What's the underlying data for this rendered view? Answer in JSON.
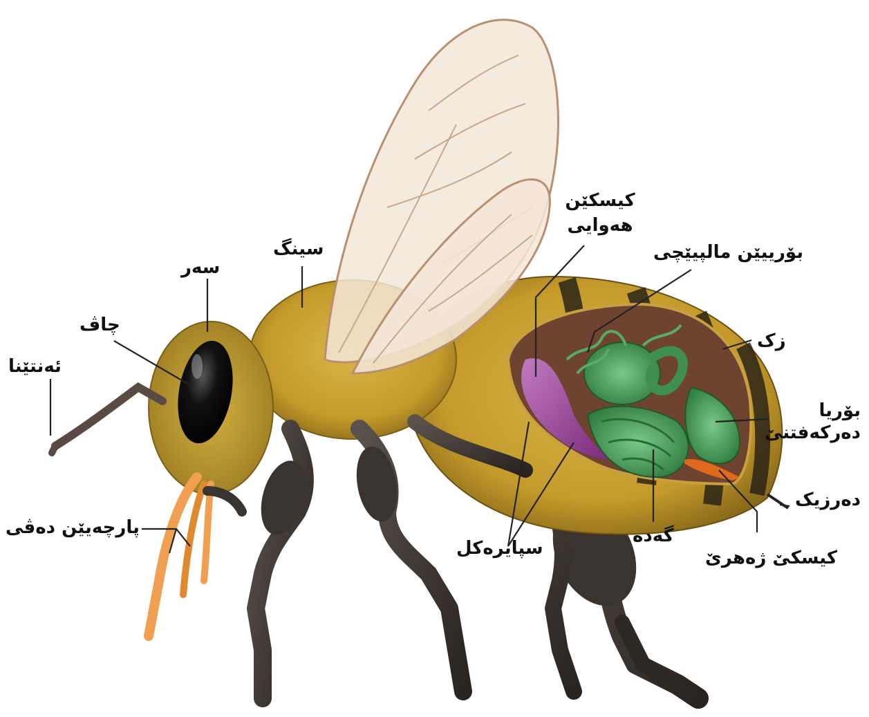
{
  "colors": {
    "fur": "#c9a52e",
    "fur_dark": "#8a6a1a",
    "stripe": "#2a2418",
    "leg": "#3a3430",
    "wing": "#f3e6d8",
    "wing_vein": "#c9a78a",
    "air_sac": "#9b3f9a",
    "gut": "#3f8f4e",
    "abdomen_interior": "#7a4a35",
    "venom": "#e06a1c",
    "proboscis": "#f0a050",
    "leader_line": "#222222"
  },
  "labels": {
    "antenna": "ئەنتێنا",
    "eye": "چاڤ",
    "head": "سەر",
    "thorax": "سینگ",
    "air_sac": "کیسکێن هەوایی",
    "malpighian": "بۆرییێن مالپیێچی",
    "abdomen": "زک",
    "excretory_tube": "بۆریا دەرکەفتنێ",
    "sting": "دەرزیک",
    "mouthparts": "پارچەیێن دەڤی",
    "spiracles": "سپایرەکل",
    "stomach": "گەدە",
    "venom_sac": "کیسکێ ژەهرێ"
  }
}
